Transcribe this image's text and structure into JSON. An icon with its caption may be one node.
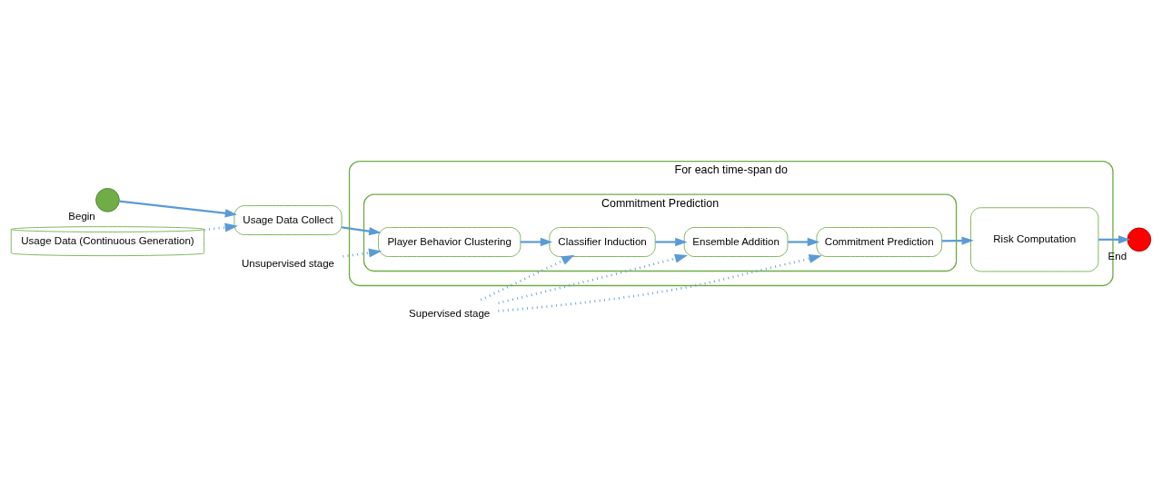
{
  "diagram": {
    "nodes": [
      {
        "text": [
          "For each time-span do"
        ]
      },
      {
        "text": [
          "Commitment Prediction"
        ],
        "in": 0
      },
      {
        "text": [
          "Begin"
        ]
      },
      {
        "text": [
          "Usage Data Collect"
        ]
      },
      {
        "text": [
          "Usage Data (Continuous Generation)"
        ]
      },
      {
        "text": [
          "Player Behavior Clustering"
        ],
        "in": 1
      },
      {
        "text": [
          "Classifier Induction"
        ],
        "in": 1
      },
      {
        "text": [
          "Ensemble Addition"
        ],
        "in": 1
      },
      {
        "text": [
          "Commitment Prediction"
        ],
        "in": 1
      },
      {
        "text": [
          "Risk Computation"
        ],
        "in": 0
      },
      {
        "text": [
          "End"
        ]
      },
      {
        "text": [
          "Unsupervised stage"
        ]
      },
      {
        "text": [
          "Supervised stage"
        ]
      }
    ],
    "edges": [
      {
        "from": 2,
        "to": 3,
        "arrow": "to"
      },
      {
        "from": 4,
        "to": 3,
        "arrow": "to",
        "style": "dashed"
      },
      {
        "from": 3,
        "to": 5,
        "arrow": "to"
      },
      {
        "from": 5,
        "to": 6,
        "arrow": "to"
      },
      {
        "from": 6,
        "to": 7,
        "arrow": "to"
      },
      {
        "from": 7,
        "to": 8,
        "arrow": "to"
      },
      {
        "from": 8,
        "to": 9,
        "arrow": "to"
      },
      {
        "from": 9,
        "to": 10,
        "arrow": "to"
      },
      {
        "from": 11,
        "to": 5,
        "arrow": "to",
        "style": "dashed"
      },
      {
        "from": 12,
        "to": 6,
        "arrow": "to",
        "style": "dashed"
      },
      {
        "from": 12,
        "to": 7,
        "arrow": "to",
        "style": "dashed"
      },
      {
        "from": 12,
        "to": 8,
        "arrow": "to",
        "style": "dashed"
      }
    ]
  }
}
